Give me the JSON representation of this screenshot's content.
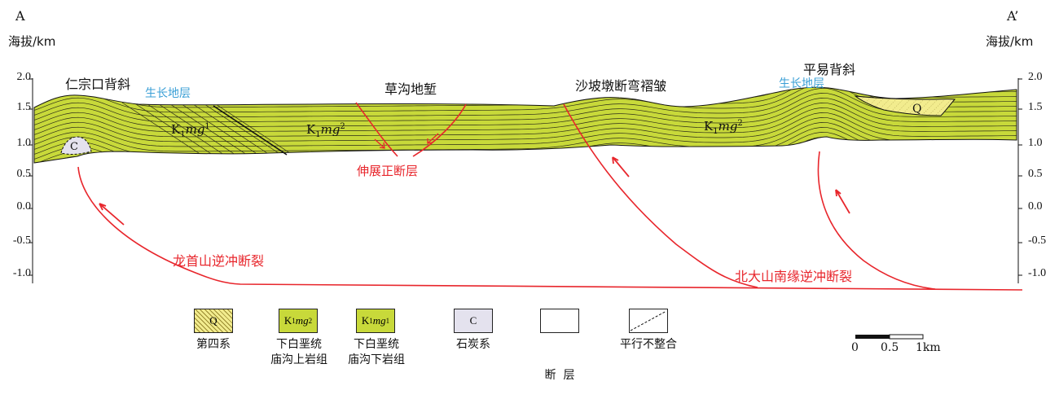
{
  "profile": {
    "start_label": "A",
    "end_label": "A’",
    "left_axis_title": "海拔/km",
    "right_axis_title": "海拔/km",
    "elevation_ticks": [
      "2.0",
      "1.5",
      "1.0",
      "0.5",
      "0.0",
      "-0.5",
      "-1.0"
    ],
    "colors": {
      "strata": "#c8d93a",
      "quaternary": "#f2ec8e",
      "carboniferous": "#e4e2ee",
      "fault": "#e8262c",
      "growth_strata_label": "#3a9fd6"
    }
  },
  "structures": {
    "renzongkou_anticline": "仁宗口背斜",
    "growth_strata_left": "生长地层",
    "caogou_graben": "草沟地堑",
    "shapodun_fault_bend_fold": "沙坡墩断弯褶皱",
    "pingyi_anticline": "平易背斜",
    "growth_strata_right": "生长地层",
    "quaternary_q": "Q"
  },
  "units": {
    "k1mg1": {
      "k": "K",
      "sub1": "1",
      "mg": "mg",
      "sup": "1"
    },
    "k1mg2_left": {
      "k": "K",
      "sub1": "1",
      "mg": "mg",
      "sup": "2"
    },
    "k1mg2_right": {
      "k": "K",
      "sub1": "1",
      "mg": "mg",
      "sup": "2"
    },
    "carb_c": "C"
  },
  "faults": {
    "extensional": "伸展正断层",
    "longshoushan": "龙首山逆冲断裂",
    "beidashan": "北大山南缘逆冲断裂"
  },
  "legend": [
    {
      "symbol": "Q",
      "caption": [
        "第四系"
      ]
    },
    {
      "symbol_k": "K",
      "symbol_sub": "1",
      "symbol_mg": "mg",
      "symbol_sup": "2",
      "caption": [
        "下白垩统",
        "庙沟上岩组"
      ]
    },
    {
      "symbol_k": "K",
      "symbol_sub": "1",
      "symbol_mg": "mg",
      "symbol_sup": "1",
      "caption": [
        "下白垩统",
        "庙沟下岩组"
      ]
    },
    {
      "symbol": "C",
      "caption": [
        "石炭系"
      ]
    },
    {
      "symbol": "fault",
      "caption": [
        "断  层"
      ]
    },
    {
      "symbol": "unconformity",
      "caption": [
        "平行不整合"
      ]
    }
  ],
  "scale_bar": {
    "labels": [
      "0",
      "0.5",
      "1km"
    ]
  }
}
